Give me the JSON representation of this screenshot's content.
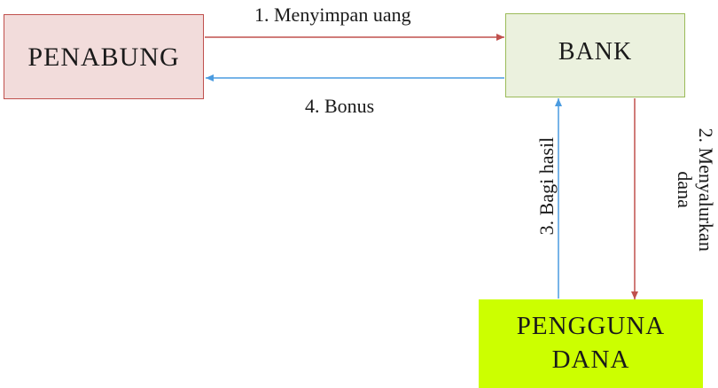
{
  "nodes": {
    "penabung": {
      "label": "PENABUNG",
      "fill": "#f2dcdb",
      "border": "#c0504d"
    },
    "bank": {
      "label": "BANK",
      "fill": "#ebf1de",
      "border": "#9bbb59"
    },
    "pengguna": {
      "line1": "PENGGUNA",
      "line2": "DANA",
      "fill": "#ccff00"
    }
  },
  "edges": {
    "step1": {
      "label": "1. Menyimpan uang",
      "color": "#c0504d"
    },
    "step2": {
      "line1": "2. Menyalurkan",
      "line2": "dana",
      "color": "#c0504d"
    },
    "step3": {
      "label": "3. Bagi hasil",
      "color": "#4a9be0"
    },
    "step4": {
      "label": "4. Bonus",
      "color": "#4a9be0"
    }
  }
}
